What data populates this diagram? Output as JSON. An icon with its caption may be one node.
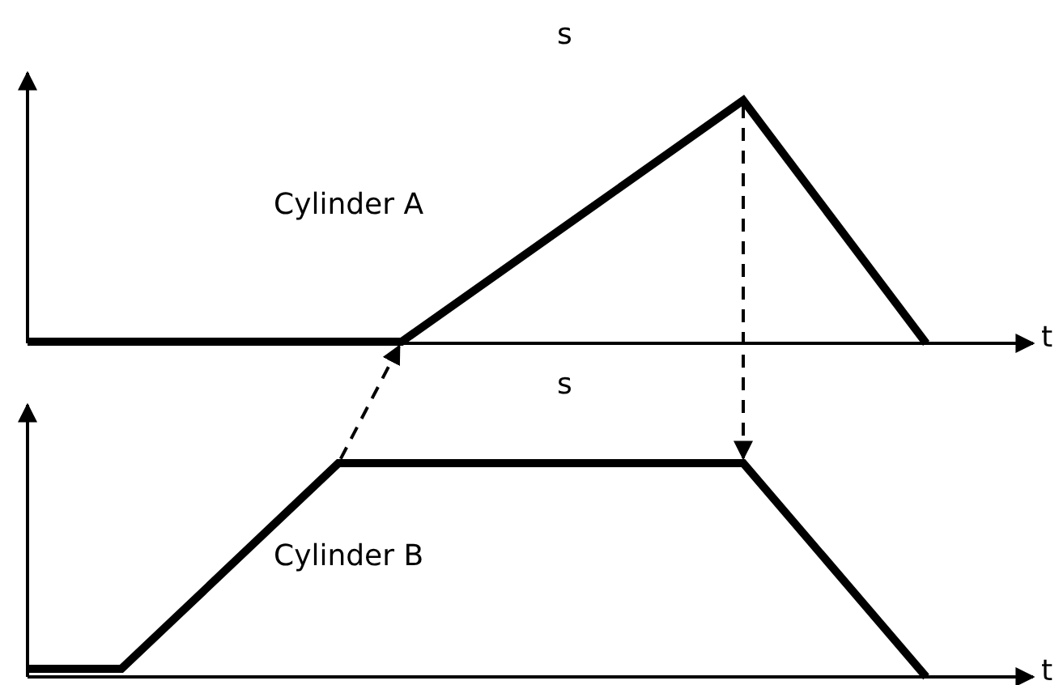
{
  "diagram": {
    "nodes": [
      {
        "text": [],
        "shape": "line"
      },
      {
        "text": [],
        "shape": "line"
      }
    ],
    "edges": [
      {
        "from": 1,
        "to": 0,
        "arrow": "to",
        "style": "dashed"
      },
      {
        "from": 0,
        "to": 1,
        "arrow": "to",
        "style": "dashed"
      }
    ],
    "labels": [
      "s",
      "Cylinder A",
      "t",
      "s",
      "Cylinder B",
      "t"
    ]
  }
}
